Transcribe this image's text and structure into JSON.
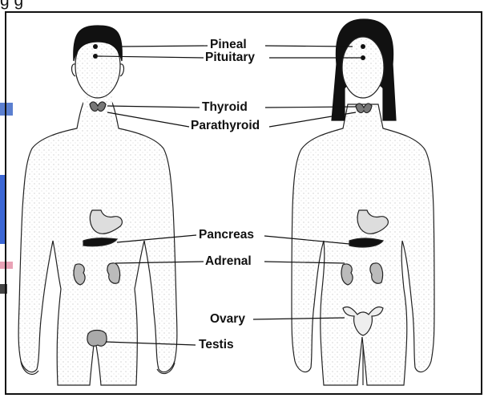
{
  "header": {
    "text": "g     g"
  },
  "labels": {
    "pineal": "Pineal",
    "pituitary": "Pituitary",
    "thyroid": "Thyroid",
    "parathyroid": "Parathyroid",
    "pancreas": "Pancreas",
    "adrenal": "Adrenal",
    "ovary": "Ovary",
    "testis": "Testis"
  },
  "colors": {
    "ink": "#111111",
    "hair": "#111111",
    "watermark_blue": "#3b66d4",
    "watermark_pink": "#e9a2b6"
  }
}
